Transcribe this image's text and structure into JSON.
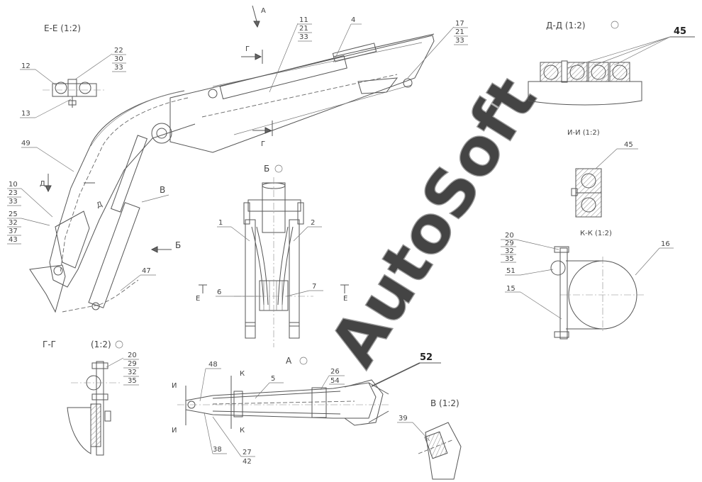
{
  "watermark": "AutoSoft",
  "view_titles": {
    "e_e": "Е-Е (1:2)",
    "d_d": "Д-Д   (1:2)",
    "b": "Б",
    "i_i": "И-И (1:2)",
    "k_k": "К-К (1:2)",
    "g_g": "Г-Г",
    "g_g_scale": "(1:2)",
    "a": "А",
    "v": "В  (1:2)"
  },
  "cut_letters": {
    "a_top": "А",
    "g_upper": "Г",
    "g_lower": "Г",
    "d_left": "Д",
    "d_right": "Д",
    "v": "В",
    "b": "Б",
    "e_left": "Е",
    "e_right": "Е",
    "i_top": "И",
    "i_bottom": "И",
    "k_top": "К",
    "k_bottom": "К"
  },
  "callouts": {
    "c12": "12",
    "c13": "13",
    "c22": "22",
    "c30": "30",
    "c33a": "33",
    "c11": "11",
    "c21a": "21",
    "c33b": "33",
    "c4": "4",
    "c17": "17",
    "c21b": "21",
    "c33c": "33",
    "c45a": "45",
    "c45b": "45",
    "c49": "49",
    "c10": "10",
    "c23": "23",
    "c33d": "33",
    "c25": "25",
    "c32a": "32",
    "c37": "37",
    "c43": "43",
    "c47": "47",
    "c1": "1",
    "c2": "2",
    "c6": "6",
    "c7": "7",
    "c20a": "20",
    "c29a": "29",
    "c32b": "32",
    "c35a": "35",
    "c51": "51",
    "c15": "15",
    "c16": "16",
    "c20b": "20",
    "c29b": "29",
    "c32c": "32",
    "c35b": "35",
    "c48": "48",
    "c5": "5",
    "c26": "26",
    "c54": "54",
    "c52": "52",
    "c38": "38",
    "c27": "27",
    "c42": "42",
    "c39": "39"
  }
}
